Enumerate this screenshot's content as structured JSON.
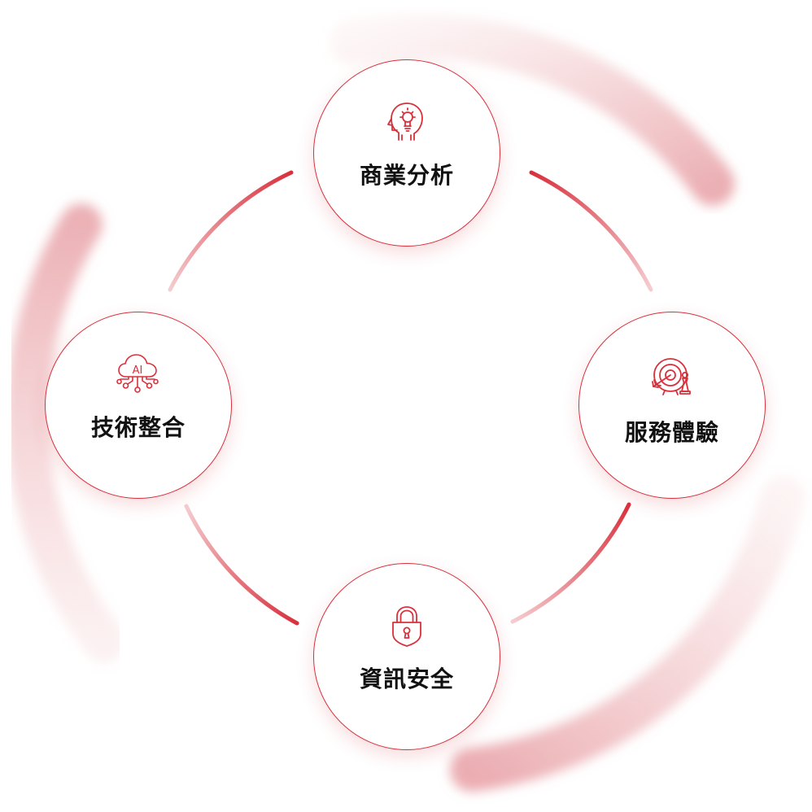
{
  "colors": {
    "accent": "#d9303c",
    "accent_soft": "#f2c4c7",
    "text": "#111111",
    "background": "#ffffff"
  },
  "nodes": [
    {
      "key": "top",
      "label": "商業分析",
      "icon": "lightbulb-head-icon"
    },
    {
      "key": "right",
      "label": "服務體驗",
      "icon": "target-chess-icon"
    },
    {
      "key": "bottom",
      "label": "資訊安全",
      "icon": "padlock-icon"
    },
    {
      "key": "left",
      "label": "技術整合",
      "icon": "ai-cloud-icon"
    }
  ],
  "icon_texts": {
    "ai_cloud": "AI"
  }
}
